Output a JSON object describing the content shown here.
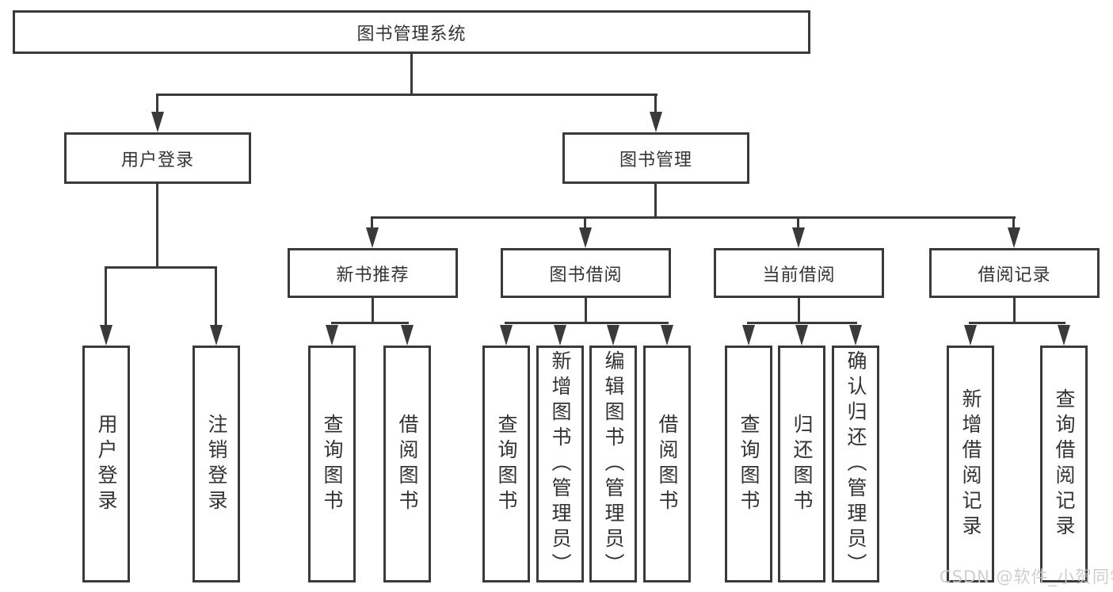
{
  "diagram_type": "hierarchy-tree",
  "colors": {
    "line": "#3a3a3a",
    "text": "#333333",
    "watermark": "#c9c9c9",
    "bg": "#ffffff"
  },
  "tree": {
    "label": "图书管理系统",
    "children": [
      {
        "label": "用户登录",
        "children": [
          {
            "label": "用户登录"
          },
          {
            "label": "注销登录"
          }
        ]
      },
      {
        "label": "图书管理",
        "children": [
          {
            "label": "新书推荐",
            "children": [
              {
                "label": "查询图书"
              },
              {
                "label": "借阅图书"
              }
            ]
          },
          {
            "label": "图书借阅",
            "children": [
              {
                "label": "查询图书"
              },
              {
                "label": "新增图书（管理员）"
              },
              {
                "label": "编辑图书（管理员）"
              },
              {
                "label": "借阅图书"
              }
            ]
          },
          {
            "label": "当前借阅",
            "children": [
              {
                "label": "查询图书"
              },
              {
                "label": "归还图书"
              },
              {
                "label": "确认归还（管理员）"
              }
            ]
          },
          {
            "label": "借阅记录",
            "children": [
              {
                "label": "新增借阅记录"
              },
              {
                "label": "查询借阅记录"
              }
            ]
          }
        ]
      }
    ]
  },
  "watermark": {
    "text": "CSDN @软件_小贺同学"
  }
}
